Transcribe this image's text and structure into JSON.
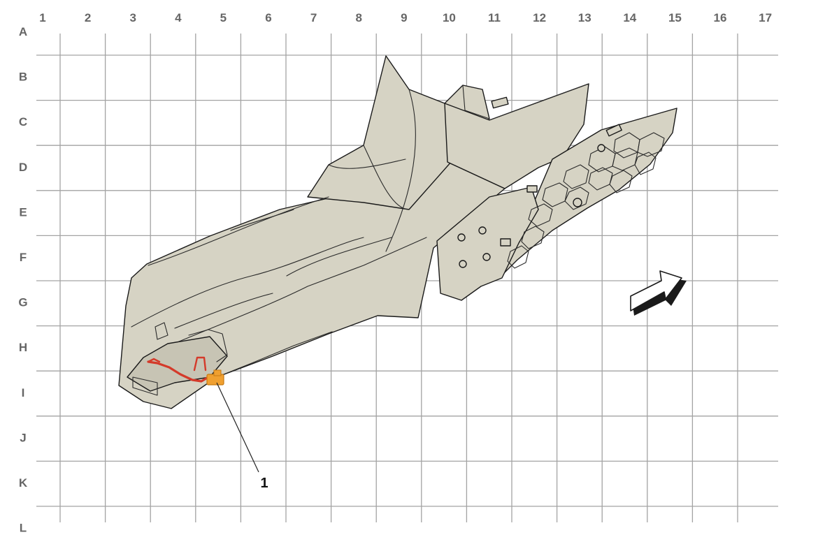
{
  "grid": {
    "columns": [
      "1",
      "2",
      "3",
      "4",
      "5",
      "6",
      "7",
      "8",
      "9",
      "10",
      "11",
      "12",
      "13",
      "14",
      "15",
      "16",
      "17"
    ],
    "rows": [
      "A",
      "B",
      "C",
      "D",
      "E",
      "F",
      "G",
      "H",
      "I",
      "J",
      "K",
      "L"
    ]
  },
  "callouts": [
    {
      "label": "1"
    }
  ],
  "colors": {
    "part_fill": "#d6d3c4",
    "part_outline": "#1a1a1a",
    "grid_line": "#a3a3a3",
    "grid_label": "#666666",
    "wiring_highlight": "#d43a2a",
    "connector_highlight": "#f0a030"
  },
  "icons": {
    "direction_arrow": "front-direction-arrow-icon"
  }
}
